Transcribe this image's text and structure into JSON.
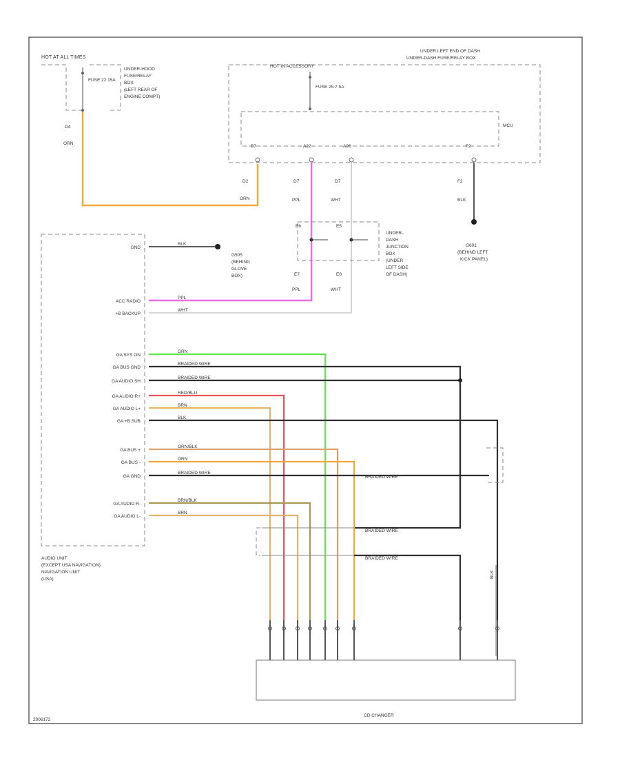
{
  "fuse_box_top": {
    "title": "HOT AT ALL TIMES",
    "fuse_label": "FUSE 22 15A",
    "location": [
      "UNDER-HOOD",
      "FUSE/RELAY",
      "BOX",
      "(LEFT REAR OF",
      "ENGINE COMPT)"
    ]
  },
  "dash_box": {
    "location": [
      "UNDER LEFT END OF DASH",
      "UNDER-DASH FUSE/RELAY BOX"
    ],
    "hot_label": "HOT IN ACCESSORY",
    "fuse_label": "FUSE 25 7.5A",
    "module": "MCU",
    "pins": [
      "B7",
      "A22",
      "A26",
      "F2"
    ]
  },
  "wire_labels": {
    "orn_a": "D4",
    "orn": "ORN",
    "orn_b": "D2",
    "orn_c": "ORN",
    "c1": "D7",
    "c2": "PPL",
    "c3": "D7",
    "c4": "WHT",
    "c5": "F2",
    "c6": "BLK",
    "pplb": "E7",
    "pplc": "PPL",
    "whtb": "E8",
    "whtc": "WHT",
    "e6": "E6",
    "e5": "E5"
  },
  "junction": {
    "location": [
      "UNDER-",
      "DASH",
      "JUNCTION",
      "BOX",
      "(UNDER",
      "LEFT SIDE",
      "OF DASH)"
    ]
  },
  "grounds": {
    "g1": [
      "G601",
      "(BEHIND LEFT",
      "KICK PANEL)"
    ],
    "g2": [
      "G505",
      "(BEHIND",
      "GLOVE",
      "BOX)"
    ]
  },
  "audio_unit": {
    "pins": [
      {
        "name": "GND",
        "wire": "BLK"
      },
      {
        "name": "ACC RADIO",
        "wire": "PPL"
      },
      {
        "name": "+B BACKUP",
        "wire": "WHT"
      },
      {
        "name": "",
        "wire": ""
      },
      {
        "name": "GA SYS ON",
        "wire": "GRN"
      },
      {
        "name": "GA BUS GND",
        "wire": "BRAIDED WIRE"
      },
      {
        "name": "GA AUDIO SH",
        "wire": "BRAIDED WIRE"
      },
      {
        "name": "GA AUDIO R+",
        "wire": "RED/BLU"
      },
      {
        "name": "GA AUDIO L+",
        "wire": "BRN"
      },
      {
        "name": "GA +B SUB",
        "wire": "BLK"
      },
      {
        "name": "",
        "wire": ""
      },
      {
        "name": "GA BUS +",
        "wire": "ORN/BLK"
      },
      {
        "name": "GA BUS -",
        "wire": "ORN"
      },
      {
        "name": "GA GND",
        "wire": "BRAIDED WIRE"
      },
      {
        "name": "",
        "wire": ""
      },
      {
        "name": "GA AUDIO R-",
        "wire": "BRN/BLK"
      },
      {
        "name": "GA AUDIO L-",
        "wire": "BRN"
      }
    ],
    "caption": [
      "AUDIO UNIT",
      "(EXCEPT USA NAVIGATION)",
      "NAVIGATION UNIT",
      "(USA)"
    ]
  },
  "right_labels": {
    "braid1": "BRAIDED WIRE",
    "braid2": "BRAIDED WIRE",
    "braid3": "BRAIDED WIRE",
    "blk_side": "BLK"
  },
  "cd_changer": {
    "label": "CD CHANGER"
  },
  "footer": {
    "code": "2006172"
  },
  "colors": {
    "orange": "#f4a73a",
    "purple": "#ee6de8",
    "green": "#64e64e",
    "red": "#e8525e",
    "tan": "#e1b46c",
    "brown_orn": "#d9a06e",
    "black": "#2f2f2f",
    "white_wire": "#c8c8c8"
  }
}
